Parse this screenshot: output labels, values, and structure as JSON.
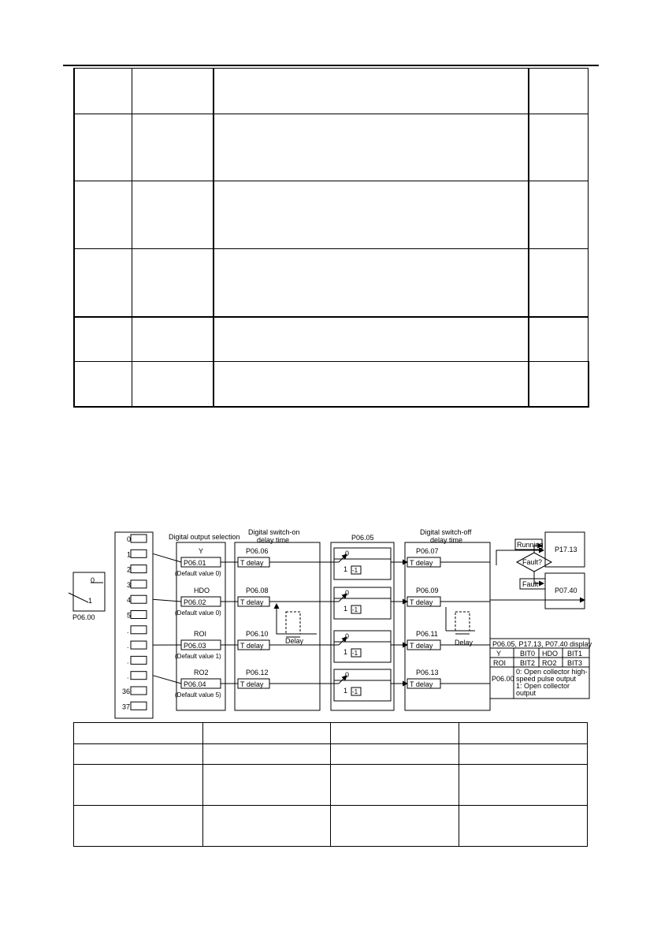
{
  "table_top": {
    "rows": 6,
    "cols": 4
  },
  "diagram": {
    "sel_panel_items": [
      "0",
      "1",
      "2",
      "3",
      "4",
      "5",
      ".",
      ".",
      ".",
      ".",
      "36",
      "37"
    ],
    "heading_digital_output_selection": "Digital output selection",
    "heading_switch_on_line1": "Digital switch-on",
    "heading_switch_on_line2": "delay time",
    "heading_p0605": "P06.05",
    "heading_switch_off_line1": "Digital switch-off",
    "heading_switch_off_line2": "delay time",
    "p0600_switch": {
      "label": "P06.00",
      "pos0": "0",
      "pos1": "1"
    },
    "outputs": [
      {
        "name": "Y",
        "param": "P06.01",
        "default": "(Default value 0)",
        "on_param": "P06.06",
        "off_param": "P06.07"
      },
      {
        "name": "HDO",
        "param": "P06.02",
        "default": "(Default value 0)",
        "on_param": "P06.08",
        "off_param": "P06.09"
      },
      {
        "name": "ROI",
        "param": "P06.03",
        "default": "(Default value 1)",
        "on_param": "P06.10",
        "off_param": "P06.11"
      },
      {
        "name": "RO2",
        "param": "P06.04",
        "default": "(Default value 5)",
        "on_param": "P06.12",
        "off_param": "P06.13"
      }
    ],
    "t_delay": "T delay",
    "inv_zero": "0",
    "inv_one": "1",
    "inv_box": "-1",
    "delay_label": "Delay",
    "running": "Running",
    "fault": "Fault",
    "fault_q": "Fault?",
    "p1713": "P17.13",
    "p0740": "P07.40",
    "legend": {
      "title": "P06.05, P17.13, P07.40 display",
      "r1": [
        "Y",
        "BIT0",
        "HDO",
        "BIT1"
      ],
      "r2": [
        "ROI",
        "BIT2",
        "RO2",
        "BIT3"
      ],
      "p0600": "P06.00",
      "p0600_line1": "0: Open collector high-",
      "p0600_line2": "speed pulse output",
      "p0600_line3": "1: Open collector",
      "p0600_line4": "output"
    }
  },
  "table_bottom": {
    "rows": 4,
    "cols": 4
  }
}
